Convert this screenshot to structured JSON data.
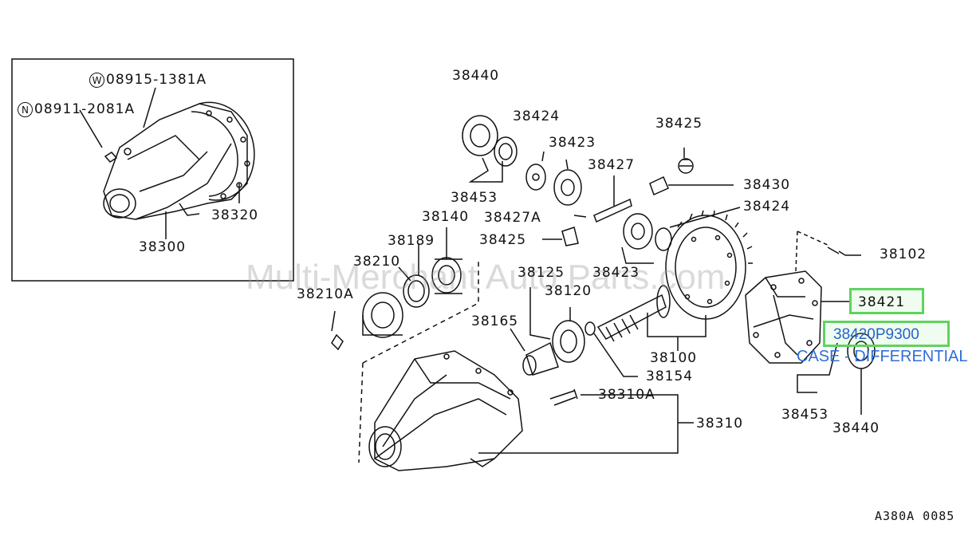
{
  "watermark": "Multi-Merchant Auto Parts.com",
  "diagram_code": "A380A 0085",
  "inset": {
    "washer_mark": "W",
    "washer_part": "08915-1381A",
    "nut_mark": "N",
    "nut_part": "08911-2081A",
    "cover_part": "38320",
    "carrier_part": "38300"
  },
  "labels": {
    "p38440_top": "38440",
    "p38424_top": "38424",
    "p38423_top": "38423",
    "p38425_top": "38425",
    "p38427": "38427",
    "p38430": "38430",
    "p38453_top": "38453",
    "p38427A": "38427A",
    "p38424_mid": "38424",
    "p38140": "38140",
    "p38189": "38189",
    "p38425_mid": "38425",
    "p38102": "38102",
    "p38210": "38210",
    "p38125": "38125",
    "p38423_mid": "38423",
    "p38210A": "38210A",
    "p38120": "38120",
    "p38165": "38165",
    "p38100": "38100",
    "p38154": "38154",
    "p38310A": "38310A",
    "p38310": "38310",
    "p38453_bot": "38453",
    "p38440_bot": "38440"
  },
  "highlight": {
    "p38421": "38421",
    "part_number": "38420P9300",
    "description": "CASE - DIFFERENTIAL",
    "border_color": "#5fd35f",
    "text_color": "#2563c9"
  }
}
